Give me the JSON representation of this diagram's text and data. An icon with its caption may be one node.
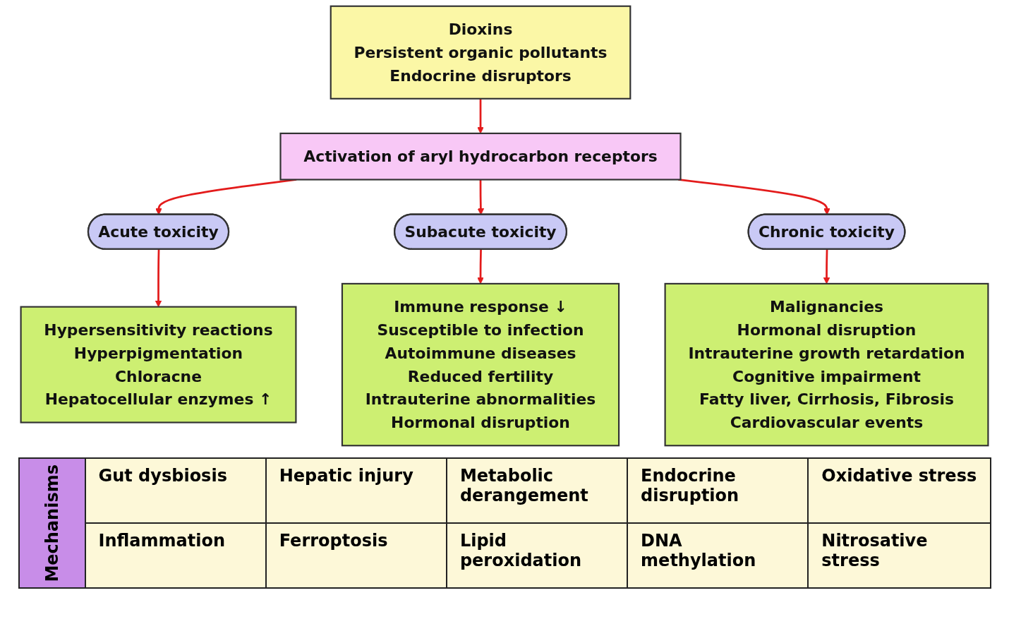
{
  "diagram": {
    "nodes": [
      {
        "text": [
          "Dioxins",
          "Persistent organic pollutants",
          "Endocrine disruptors"
        ]
      },
      {
        "text": [
          "Activation of aryl hydrocarbon receptors"
        ]
      },
      {
        "text": [
          "Acute toxicity"
        ]
      },
      {
        "text": [
          "Subacute toxicity"
        ]
      },
      {
        "text": [
          "Chronic toxicity"
        ]
      },
      {
        "text": [
          "Hypersensitivity reactions",
          "Hyperpigmentation",
          "Chloracne",
          "Hepatocellular enzymes ↑"
        ]
      },
      {
        "text": [
          "Immune response ↓",
          "Susceptible to infection",
          "Autoimmune diseases",
          "Reduced fertility",
          "Intrauterine abnormalities",
          "Hormonal disruption"
        ]
      },
      {
        "text": [
          "Malignancies",
          "Hormonal disruption",
          "Intrauterine growth retardation",
          "Cognitive impairment",
          "Fatty liver, Cirrhosis, Fibrosis",
          "Cardiovascular events"
        ]
      }
    ],
    "edges": [
      {
        "from": 0,
        "to": 1,
        "arrow": "to"
      },
      {
        "from": 1,
        "to": 2,
        "arrow": "to"
      },
      {
        "from": 1,
        "to": 3,
        "arrow": "to"
      },
      {
        "from": 1,
        "to": 4,
        "arrow": "to"
      },
      {
        "from": 2,
        "to": 5,
        "arrow": "to"
      },
      {
        "from": 3,
        "to": 6,
        "arrow": "to"
      },
      {
        "from": 4,
        "to": 7,
        "arrow": "to"
      }
    ],
    "labels": [
      "Mechanisms",
      "Gut dysbiosis",
      "Hepatic injury",
      "Metabolic derangement",
      "Endocrine disruption",
      "Oxidative stress",
      "Inflammation",
      "Ferroptosis",
      "Lipid peroxidation",
      "DNA methylation",
      "Nitrosative stress"
    ]
  }
}
